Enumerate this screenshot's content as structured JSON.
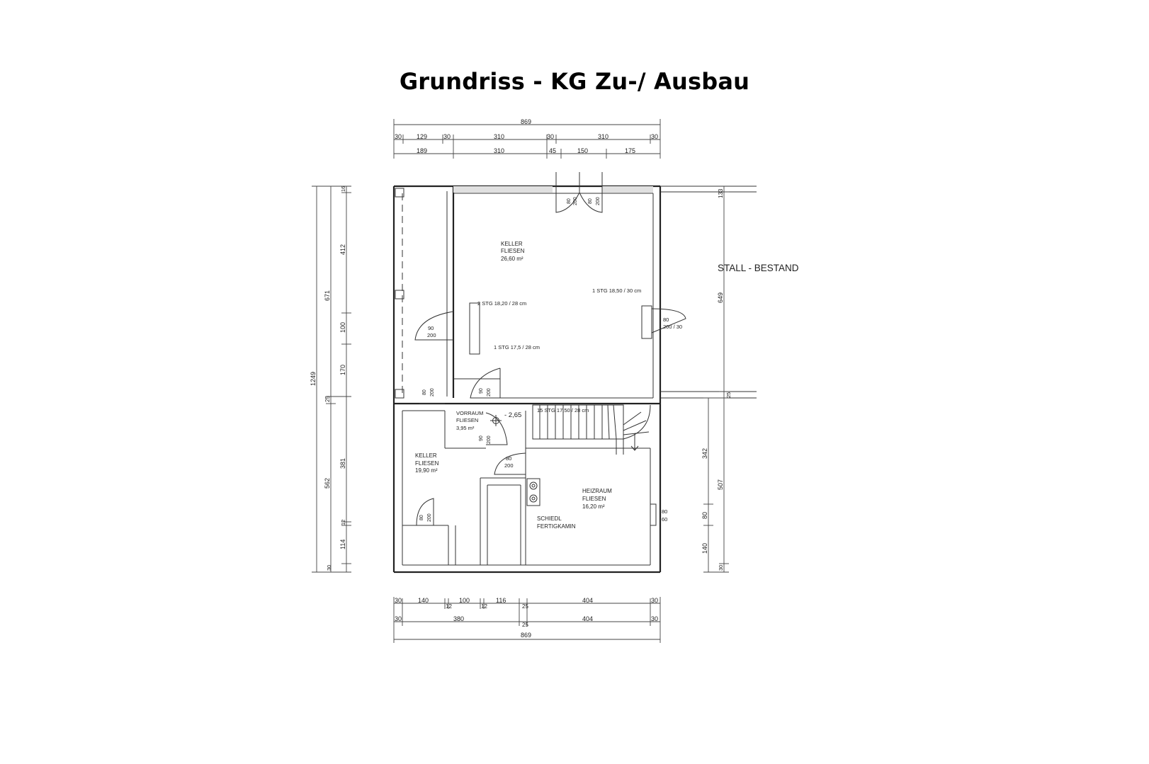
{
  "title": "Grundriss - KG Zu-/ Ausbau",
  "rooms": {
    "keller_top": [
      "KELLER",
      "FLIESEN",
      "26,60 m²"
    ],
    "vorraum": [
      "VORRAUM",
      "FLIESEN",
      "3,95 m²"
    ],
    "keller_left": [
      "KELLER",
      "FLIESEN",
      "19,90 m²"
    ],
    "heizraum": [
      "HEIZRAUM",
      "FLIESEN",
      "16,20 m²"
    ],
    "kamin": [
      "SCHIEDL",
      "FERTIGKAMIN"
    ],
    "stall": "STALL - BESTAND"
  },
  "stairs": {
    "stg_top": "2 STG 18,20 / 28 cm",
    "stg_right": "1 STG 18,50 / 30 cm",
    "stg_mid": "1 STG 17,5 / 28 cm",
    "stg_main": "15 STG 17,50 / 28 cm",
    "level": "- 2,65"
  },
  "openings": [
    [
      "80",
      "200"
    ],
    [
      "80",
      "200"
    ],
    [
      "90",
      "200"
    ],
    [
      "80",
      "200 / 30"
    ],
    [
      "80",
      "200"
    ],
    [
      "90",
      "200"
    ],
    [
      "90",
      "200"
    ],
    [
      "80",
      "200"
    ],
    [
      "80",
      "200"
    ],
    [
      "80",
      "60"
    ]
  ],
  "dims": {
    "top_overall": "869",
    "top_row1": [
      "30",
      "129",
      "30",
      "310",
      "30",
      "310",
      "30"
    ],
    "top_row2": [
      "189",
      "310",
      "45",
      "150",
      "175"
    ],
    "bottom_row1": [
      "30",
      "140",
      "12",
      "100",
      "12",
      "116",
      "25",
      "404",
      "30"
    ],
    "bottom_row2": [
      "30",
      "380",
      "25",
      "404",
      "30"
    ],
    "bottom_overall": "869",
    "left_overall": "1249",
    "left_col2": [
      "671",
      "25",
      "562"
    ],
    "left_col3": [
      "16",
      "412",
      "100",
      "170",
      "381",
      "12",
      "114",
      "30"
    ],
    "right_col": [
      "133",
      "649",
      "25"
    ],
    "right_col2": [
      "342",
      "507",
      "80",
      "140",
      "30"
    ]
  }
}
